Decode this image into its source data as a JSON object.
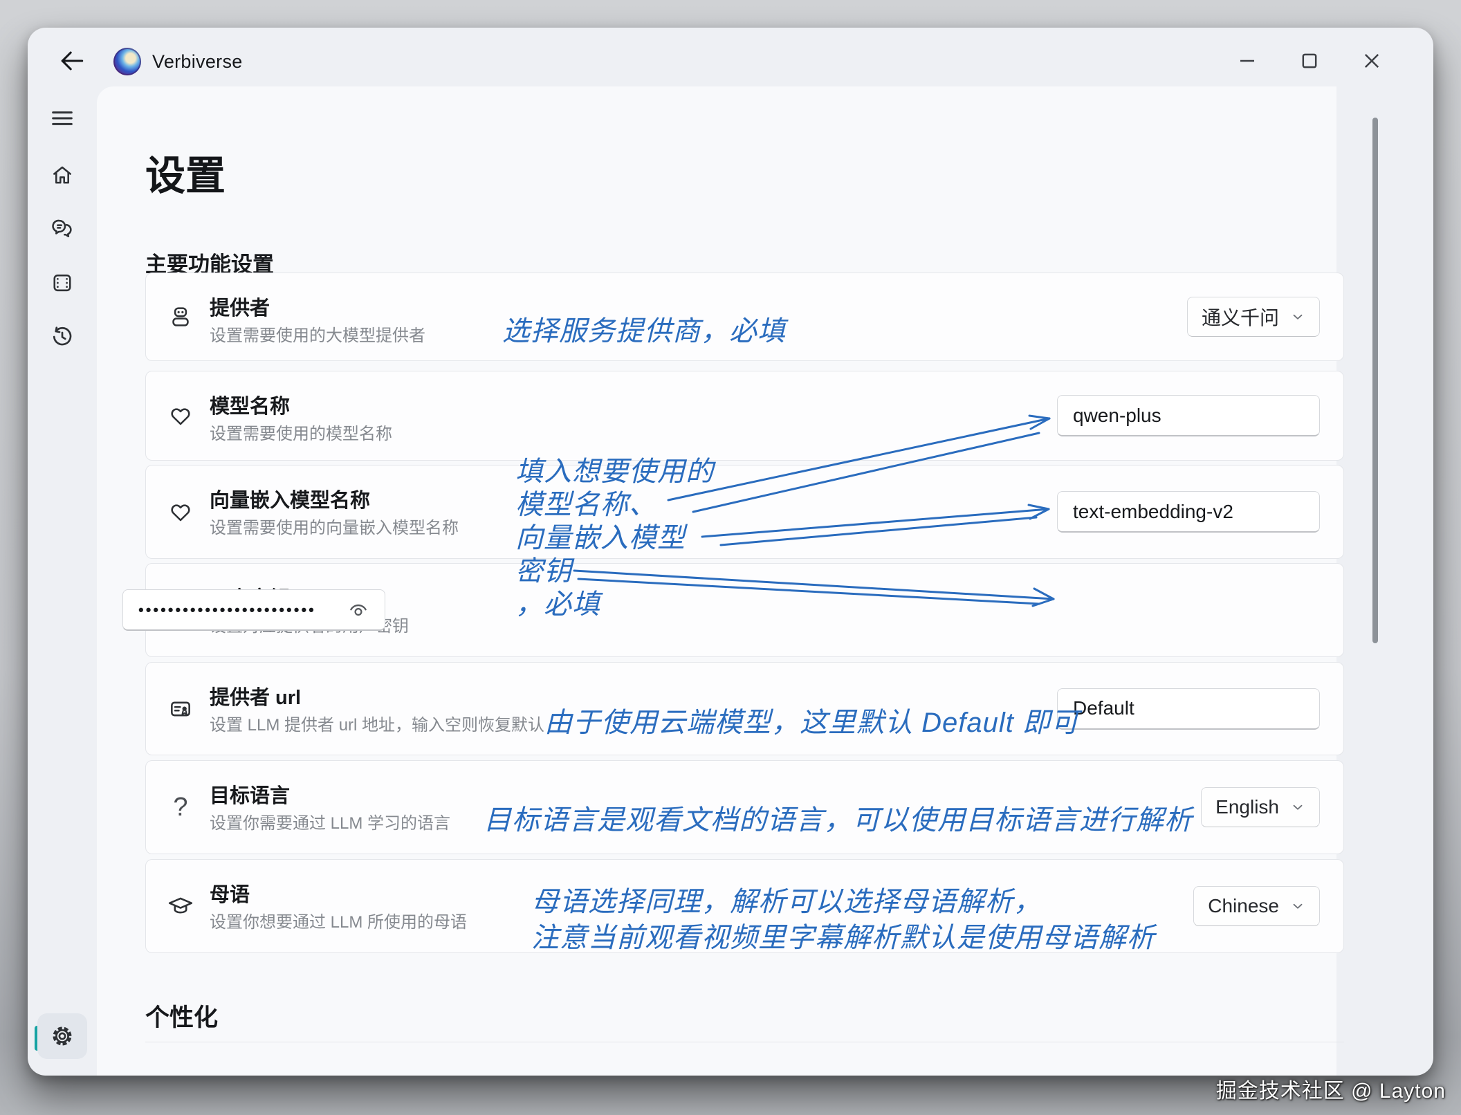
{
  "titlebar": {
    "app_name": "Verbiverse"
  },
  "page": {
    "title": "设置",
    "main_section": "主要功能设置",
    "personalization_section": "个性化"
  },
  "settings": {
    "provider": {
      "title": "提供者",
      "desc": "设置需要使用的大模型提供者",
      "value": "通义千问"
    },
    "model_name": {
      "title": "模型名称",
      "desc": "设置需要使用的模型名称",
      "value": "qwen-plus"
    },
    "embedding_model": {
      "title": "向量嵌入模型名称",
      "desc": "设置需要使用的向量嵌入模型名称",
      "value": "text-embedding-v2"
    },
    "api_key": {
      "title": "用户密钥",
      "desc": "设置对应提供者的用户密钥",
      "value": "••••••••••••••••••••••••"
    },
    "provider_url": {
      "title": "提供者 url",
      "desc": "设置 LLM 提供者 url 地址，输入空则恢复默认",
      "value": "Default"
    },
    "target_language": {
      "title": "目标语言",
      "desc": "设置你需要通过 LLM 学习的语言",
      "value": "English"
    },
    "native_language": {
      "title": "母语",
      "desc": "设置你想要通过 LLM 所使用的母语",
      "value": "Chinese"
    }
  },
  "annotations": {
    "provider": "选择服务提供商，必填",
    "fill_line1": "填入想要使用的",
    "fill_line2": "模型名称、",
    "fill_line3": "向量嵌入模型",
    "fill_line4": "密钥",
    "fill_line5": "，必填",
    "provider_url": "由于使用云端模型，这里默认 Default 即可",
    "target_language": "目标语言是观看文档的语言，可以使用目标语言进行解析",
    "native_line1": "母语选择同理，解析可以选择母语解析，",
    "native_line2": "注意当前观看视频里字幕解析默认是使用母语解析"
  },
  "watermark": "掘金技术社区 @ Layton",
  "colors": {
    "annotation_blue": "#2a6cbe",
    "accent_teal": "#16a3a3"
  }
}
